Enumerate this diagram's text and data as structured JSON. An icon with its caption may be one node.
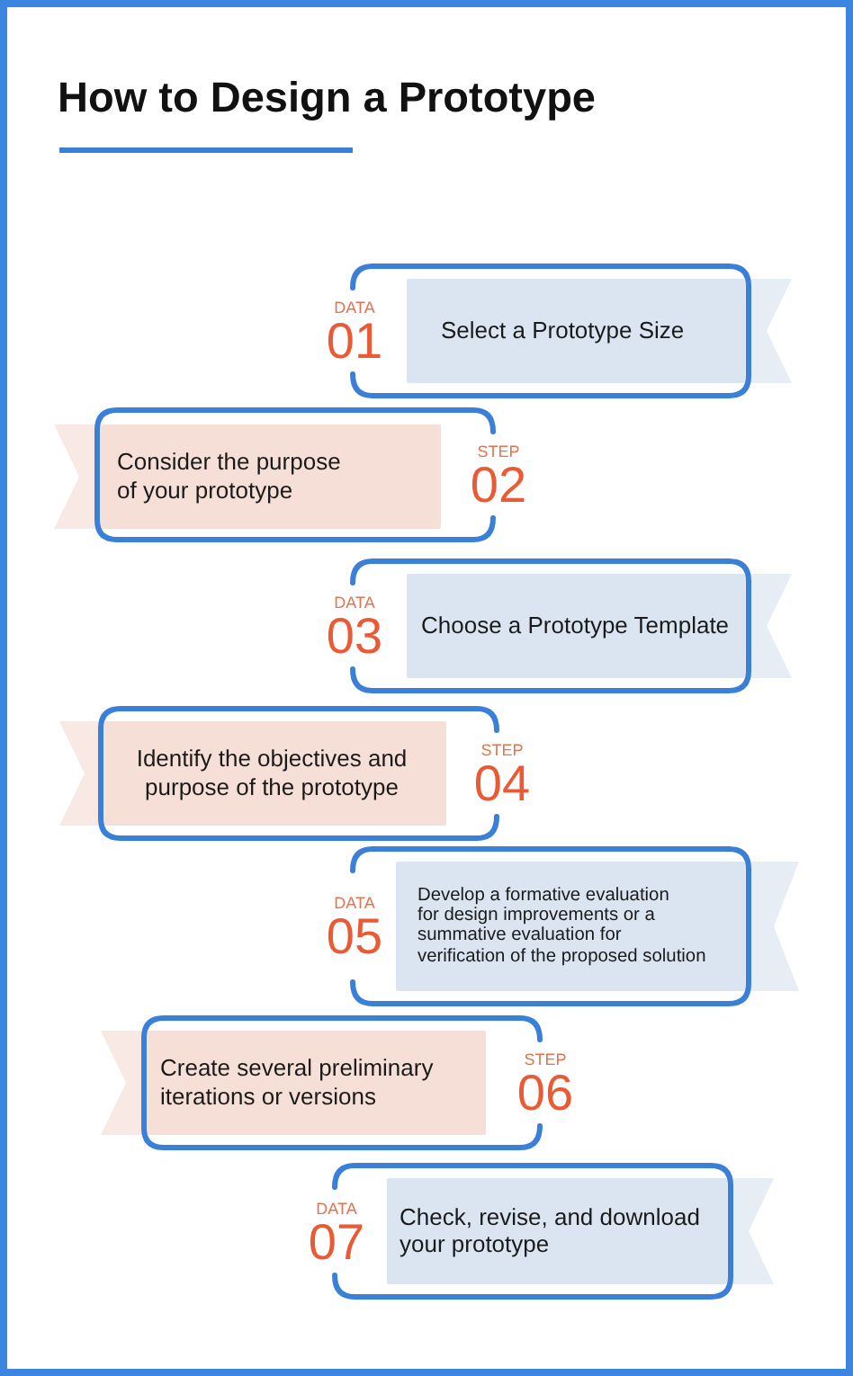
{
  "diagram": {
    "title": "How to Design a Prototype",
    "nodes": [
      {
        "text": [
          "DATA",
          "01",
          "Select a Prototype Size"
        ]
      },
      {
        "text": [
          "Consider the purpose of your prototype",
          "STEP",
          "02"
        ]
      },
      {
        "text": [
          "DATA",
          "03",
          "Choose a Prototype Template"
        ]
      },
      {
        "text": [
          "Identify the objectives and purpose of the prototype",
          "STEP",
          "04"
        ]
      },
      {
        "text": [
          "DATA",
          "05",
          "Develop a formative evaluation for design improvements or a summative evaluation for verification of the proposed solution"
        ]
      },
      {
        "text": [
          "Create several preliminary iterations or versions",
          "STEP",
          "06"
        ]
      },
      {
        "text": [
          "DATA",
          "07",
          "Check, revise, and download your prototype"
        ]
      }
    ]
  }
}
